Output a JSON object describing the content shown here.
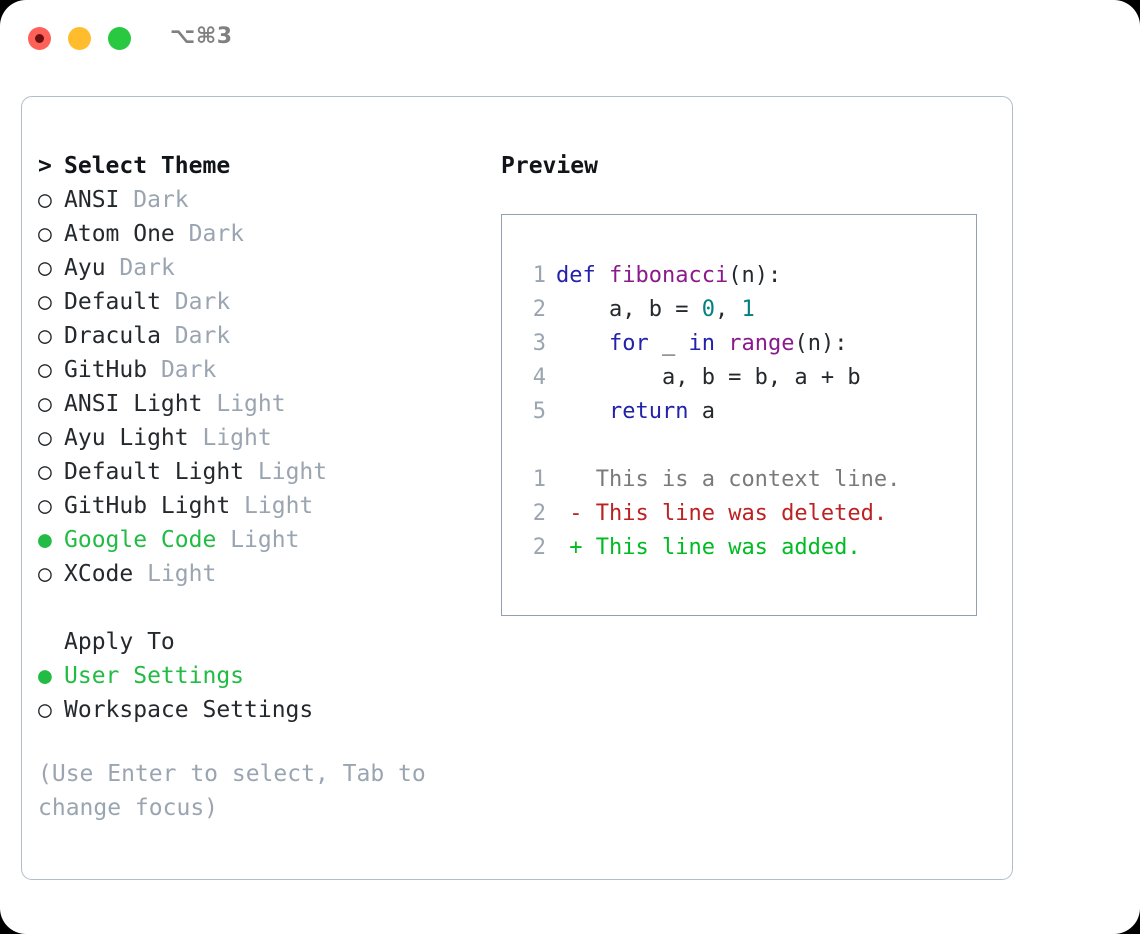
{
  "window": {
    "traffic_lights": [
      "close-red",
      "minimize-yellow",
      "maximize-green"
    ],
    "shortcut": "⌥⌘3"
  },
  "colors": {
    "selected_green": "#22bb44",
    "muted_gray": "#9aa5b1",
    "text": "#24292e",
    "keyword_blue": "#2222aa",
    "function_purple": "#8b1a8b",
    "number_teal": "#008080",
    "diff_deleted_red": "#bb2222",
    "diff_added_green": "#00bb22",
    "panel_border": "#b3bcc9",
    "preview_border": "#93a0b0",
    "dot_red": "#ff6159",
    "dot_yellow": "#ffbd2e",
    "dot_green": "#28c840"
  },
  "theme_list": {
    "heading_marker": ">",
    "heading": "Select Theme",
    "marker_unselected": "○",
    "marker_selected": "●",
    "items": [
      {
        "name": "ANSI",
        "tag": "Dark",
        "selected": false
      },
      {
        "name": "Atom One",
        "tag": "Dark",
        "selected": false
      },
      {
        "name": "Ayu",
        "tag": "Dark",
        "selected": false
      },
      {
        "name": "Default",
        "tag": "Dark",
        "selected": false
      },
      {
        "name": "Dracula",
        "tag": "Dark",
        "selected": false
      },
      {
        "name": "GitHub",
        "tag": "Dark",
        "selected": false
      },
      {
        "name": "ANSI Light",
        "tag": "Light",
        "selected": false
      },
      {
        "name": "Ayu Light",
        "tag": "Light",
        "selected": false
      },
      {
        "name": "Default Light",
        "tag": "Light",
        "selected": false
      },
      {
        "name": "GitHub Light",
        "tag": "Light",
        "selected": false
      },
      {
        "name": "Google Code",
        "tag": "Light",
        "selected": true
      },
      {
        "name": "XCode",
        "tag": "Light",
        "selected": false
      }
    ]
  },
  "apply_to": {
    "heading": "Apply To",
    "items": [
      {
        "name": "User Settings",
        "selected": true
      },
      {
        "name": "Workspace Settings",
        "selected": false
      }
    ]
  },
  "hint": "(Use Enter to select, Tab to change focus)",
  "preview": {
    "title": "Preview",
    "code_lines": [
      {
        "n": "1",
        "tokens": [
          {
            "t": "def ",
            "c": "kw"
          },
          {
            "t": "fibonacci",
            "c": "fn"
          },
          {
            "t": "(n):",
            "c": "pl"
          }
        ]
      },
      {
        "n": "2",
        "tokens": [
          {
            "t": "    a, b = ",
            "c": "pl"
          },
          {
            "t": "0",
            "c": "num"
          },
          {
            "t": ", ",
            "c": "pl"
          },
          {
            "t": "1",
            "c": "num"
          }
        ]
      },
      {
        "n": "3",
        "tokens": [
          {
            "t": "    ",
            "c": "pl"
          },
          {
            "t": "for",
            "c": "kw"
          },
          {
            "t": " _ ",
            "c": "pl"
          },
          {
            "t": "in",
            "c": "kw"
          },
          {
            "t": " ",
            "c": "pl"
          },
          {
            "t": "range",
            "c": "fn"
          },
          {
            "t": "(n):",
            "c": "pl"
          }
        ]
      },
      {
        "n": "4",
        "tokens": [
          {
            "t": "        a, b = b, a + b",
            "c": "pl"
          }
        ]
      },
      {
        "n": "5",
        "tokens": [
          {
            "t": "    ",
            "c": "pl"
          },
          {
            "t": "return",
            "c": "kw"
          },
          {
            "t": " a",
            "c": "pl"
          }
        ]
      }
    ],
    "diff_lines": [
      {
        "n": "1",
        "sign": " ",
        "text": " This is a context line.",
        "kind": "ctx"
      },
      {
        "n": "2",
        "sign": "-",
        "text": " This line was deleted.",
        "kind": "del"
      },
      {
        "n": "2",
        "sign": "+",
        "text": " This line was added.",
        "kind": "add"
      }
    ]
  }
}
